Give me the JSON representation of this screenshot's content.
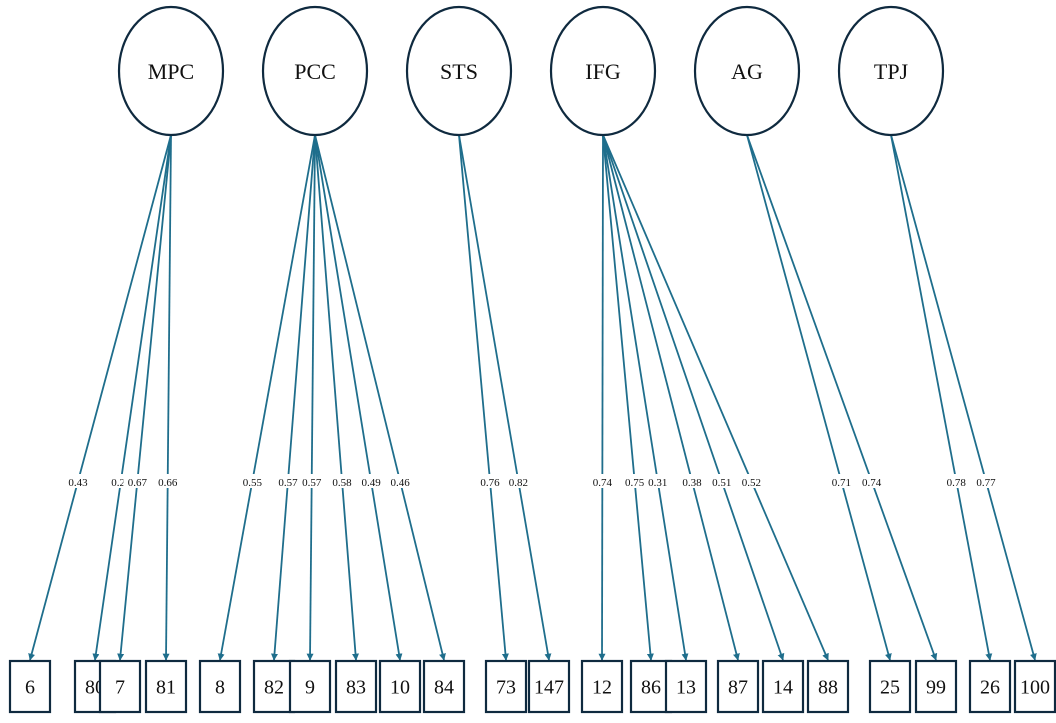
{
  "colors": {
    "path": "#1f6e8c",
    "outline": "#0f2a3f",
    "text": "#111111",
    "background": "#ffffff"
  },
  "factors": [
    {
      "id": "f1",
      "label": "MPC"
    },
    {
      "id": "f2",
      "label": "PCC"
    },
    {
      "id": "f3",
      "label": "STS"
    },
    {
      "id": "f4",
      "label": "IFG"
    },
    {
      "id": "f5",
      "label": "AG"
    },
    {
      "id": "f6",
      "label": "TPJ"
    }
  ],
  "indicators": [
    {
      "label": "6",
      "factor": 0,
      "loading": "0.43"
    },
    {
      "label": "80",
      "factor": 0,
      "loading": "0.23"
    },
    {
      "label": "7",
      "factor": 0,
      "loading": "0.67"
    },
    {
      "label": "81",
      "factor": 0,
      "loading": "0.66"
    },
    {
      "label": "8",
      "factor": 1,
      "loading": "0.55"
    },
    {
      "label": "82",
      "factor": 1,
      "loading": "0.57"
    },
    {
      "label": "9",
      "factor": 1,
      "loading": "0.57"
    },
    {
      "label": "83",
      "factor": 1,
      "loading": "0.58"
    },
    {
      "label": "10",
      "factor": 1,
      "loading": "0.49"
    },
    {
      "label": "84",
      "factor": 1,
      "loading": "0.46"
    },
    {
      "label": "73",
      "factor": 2,
      "loading": "0.76"
    },
    {
      "label": "147",
      "factor": 2,
      "loading": "0.82"
    },
    {
      "label": "12",
      "factor": 3,
      "loading": "0.74"
    },
    {
      "label": "86",
      "factor": 3,
      "loading": "0.75"
    },
    {
      "label": "13",
      "factor": 3,
      "loading": "0.31"
    },
    {
      "label": "87",
      "factor": 3,
      "loading": "0.38"
    },
    {
      "label": "14",
      "factor": 3,
      "loading": "0.51"
    },
    {
      "label": "88",
      "factor": 3,
      "loading": "0.52"
    },
    {
      "label": "25",
      "factor": 4,
      "loading": "0.71"
    },
    {
      "label": "99",
      "factor": 4,
      "loading": "0.74"
    },
    {
      "label": "26",
      "factor": 5,
      "loading": "0.78"
    },
    {
      "label": "100",
      "factor": 5,
      "loading": "0.77"
    }
  ]
}
